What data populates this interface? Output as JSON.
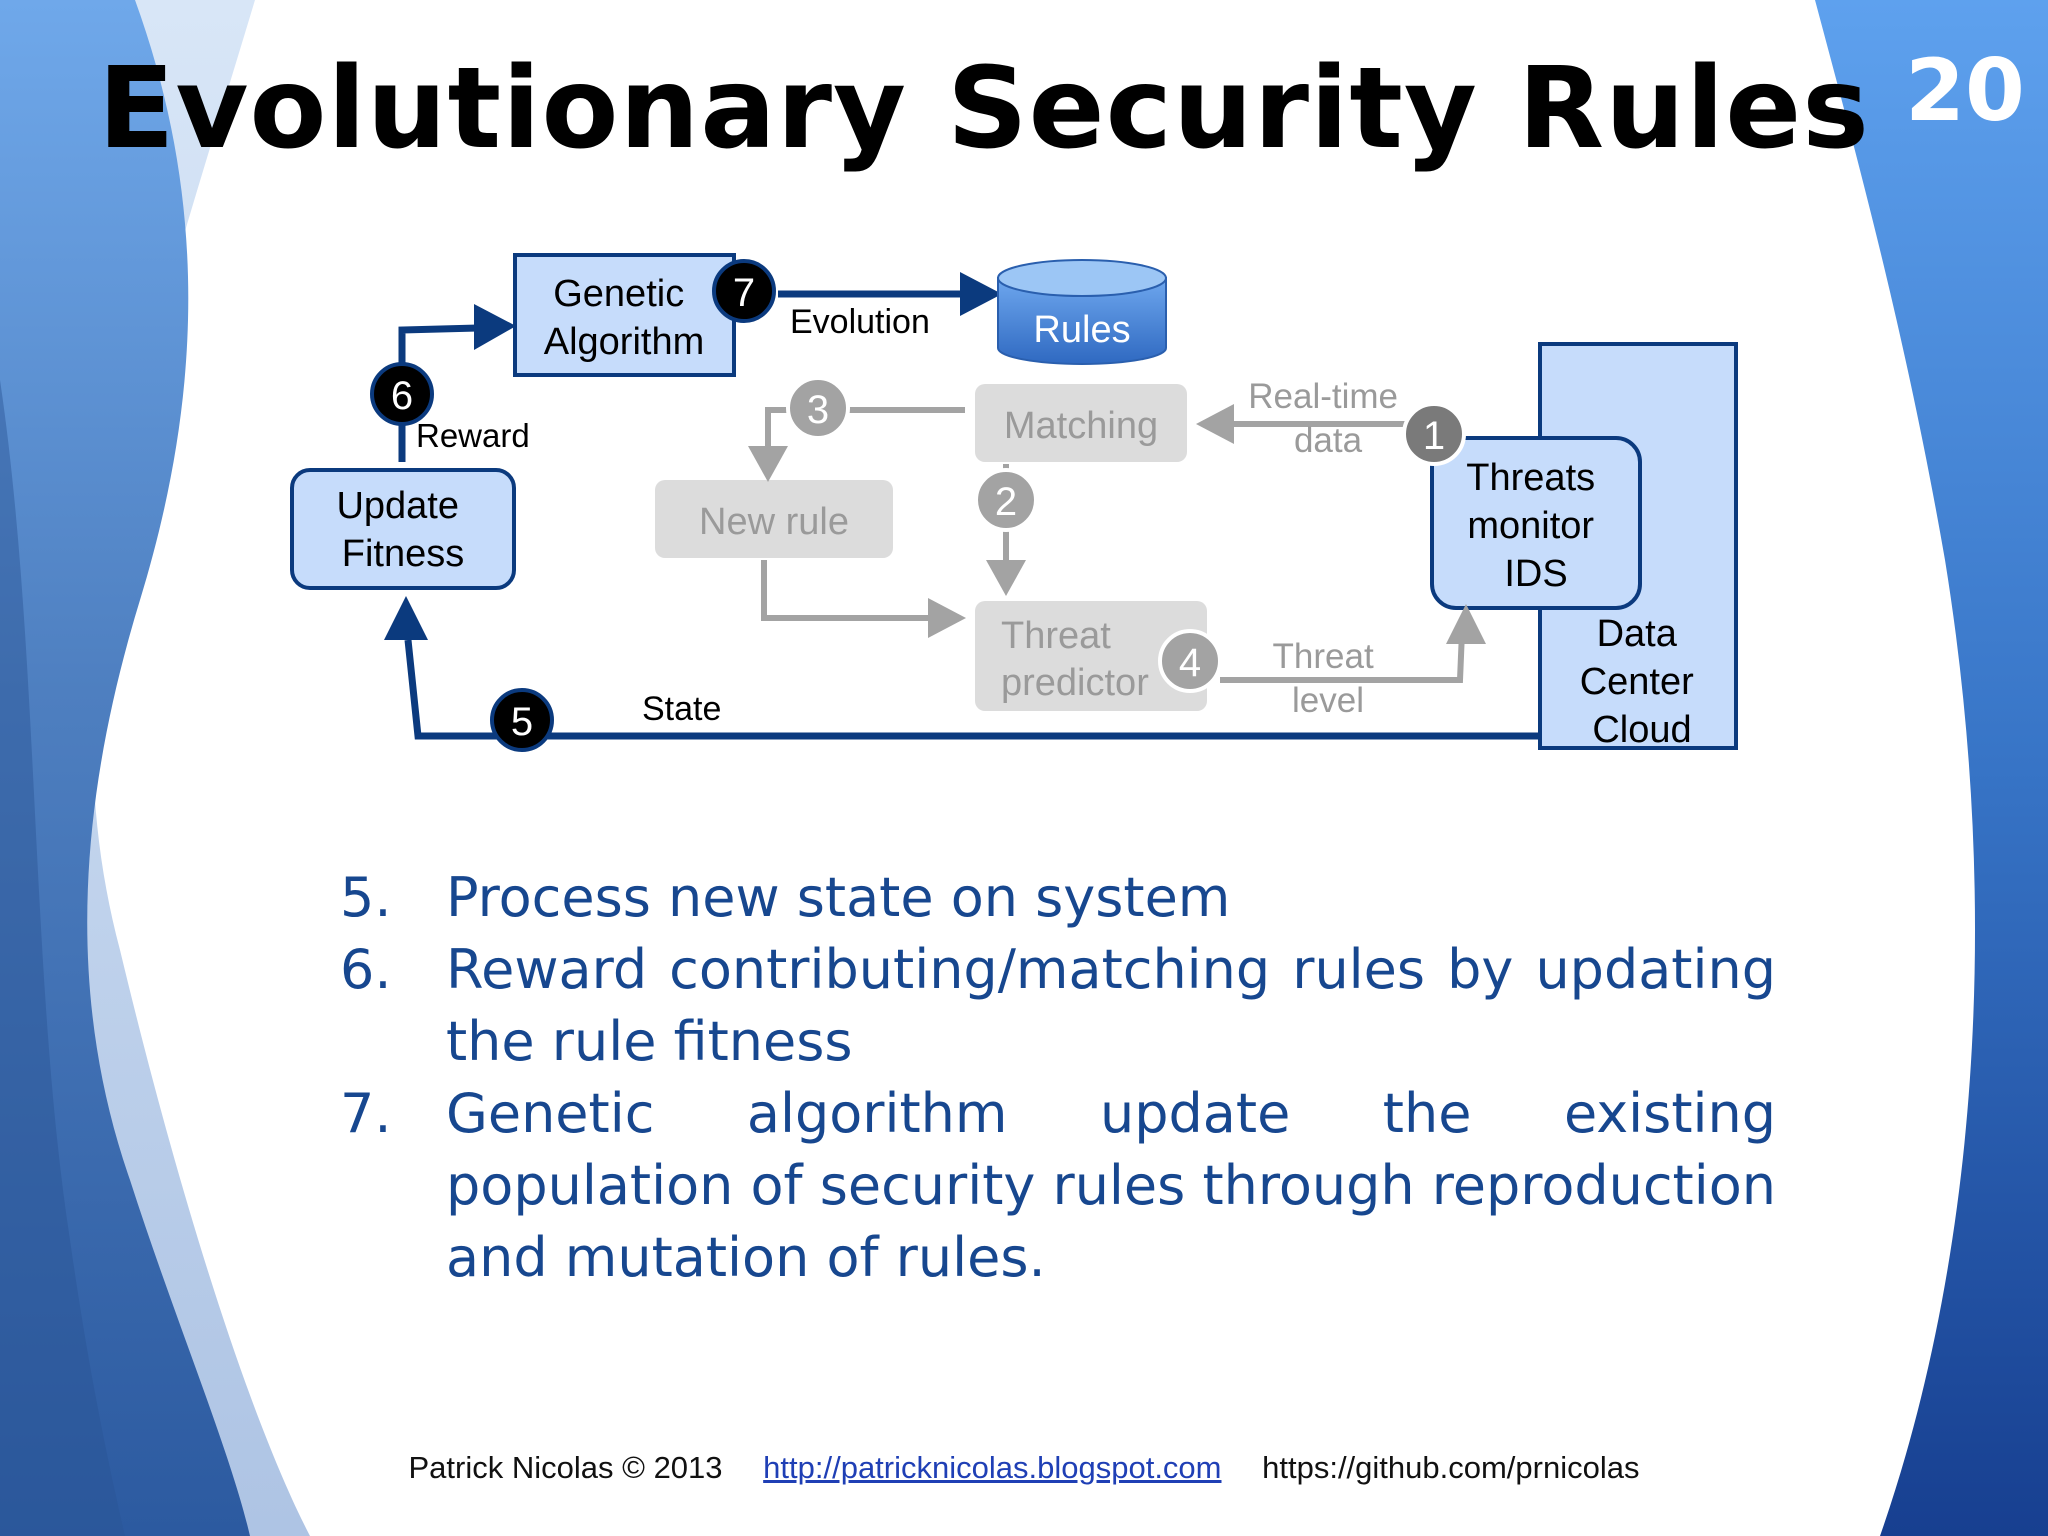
{
  "slide": {
    "title": "Evolutionary Security Rules",
    "number": "20"
  },
  "diagram": {
    "nodes": {
      "genetic_algorithm": [
        "Genetic",
        "Algorithm"
      ],
      "rules": "Rules",
      "update_fitness": [
        "Update",
        "Fitness"
      ],
      "matching": "Matching",
      "new_rule": "New rule",
      "threat_predictor": [
        "Threat",
        "predictor"
      ],
      "threats_monitor": [
        "Threats",
        "monitor",
        "IDS"
      ],
      "data_center": [
        "Data",
        "Center",
        "Cloud"
      ]
    },
    "edges": {
      "evolution": "Evolution",
      "reward": "Reward",
      "state": "State",
      "realtime_data": [
        "Real-time",
        "data"
      ],
      "threat_level": [
        "Threat",
        "level"
      ]
    },
    "step_badges": [
      "1",
      "2",
      "3",
      "4",
      "5",
      "6",
      "7"
    ]
  },
  "steps": [
    {
      "num": "5.",
      "text": "Process new state on system"
    },
    {
      "num": "6.",
      "text": "Reward contributing/matching rules by updating the rule fitness"
    },
    {
      "num": "7.",
      "text": "Genetic algorithm update the existing population of security rules through reproduction and mutation of rules."
    }
  ],
  "footer": {
    "copyright": "Patrick Nicolas © 2013",
    "blog_link": "http://patricknicolas.blogspot.com",
    "github": "https://github.com/prnicolas"
  },
  "colors": {
    "dark_blue": "#0b3a7e",
    "light_box": "#c6dcfb",
    "gray_box": "#dcdcdc",
    "gray_text": "#9a9a9a",
    "step_text": "#17478f"
  }
}
